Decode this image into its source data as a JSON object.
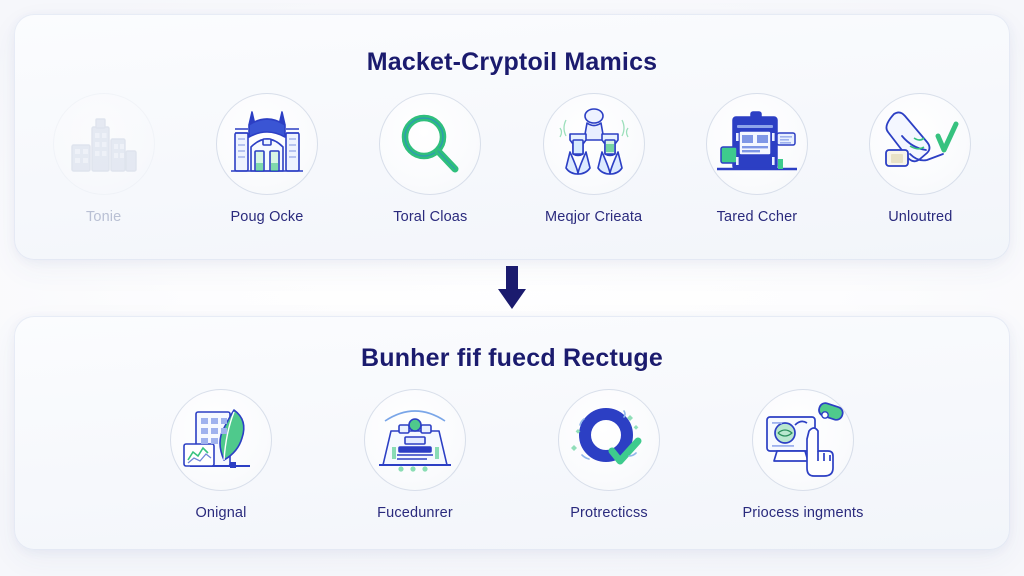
{
  "theme": {
    "title_color": "#1b1b6e",
    "label_color": "#2a2a7d",
    "muted_label_color": "#b9c0d4",
    "accent_blue": "#2c3fc4",
    "accent_green": "#36c27f",
    "arrow_color": "#1b1b6e",
    "panel_bg": "#f6f8fc",
    "page_bg": "#f7f8fb"
  },
  "arrow": {
    "icon": "arrow-down-icon",
    "direction": "down"
  },
  "panels": [
    {
      "id": "panel-top",
      "title": "Macket-Cryptoil Mamics",
      "items": [
        {
          "label": "Tonie",
          "icon": "cityscape-buildings-icon",
          "faded": true
        },
        {
          "label": "Poug Ocke",
          "icon": "bank-building-icon",
          "faded": false
        },
        {
          "label": "Toral Cloas",
          "icon": "magnifying-glass-icon",
          "faded": false
        },
        {
          "label": "Meqjor Crieata",
          "icon": "flasks-chess-icon",
          "faded": false
        },
        {
          "label": "Tared Ccher",
          "icon": "clipboard-kiosk-icon",
          "faded": false
        },
        {
          "label": "Unloutred",
          "icon": "hands-checkmark-icon",
          "faded": false
        }
      ]
    },
    {
      "id": "panel-bottom",
      "title": "Bunher fif fuecd Rectuge",
      "items": [
        {
          "label": "Onignal",
          "icon": "building-leaf-chart-icon",
          "faded": false
        },
        {
          "label": "Fucedunrer",
          "icon": "workbench-machine-icon",
          "faded": false
        },
        {
          "label": "Protrecticss",
          "icon": "ring-check-icon",
          "faded": false
        },
        {
          "label": "Priocess ingments",
          "icon": "screen-hand-tap-icon",
          "faded": false
        }
      ]
    }
  ]
}
